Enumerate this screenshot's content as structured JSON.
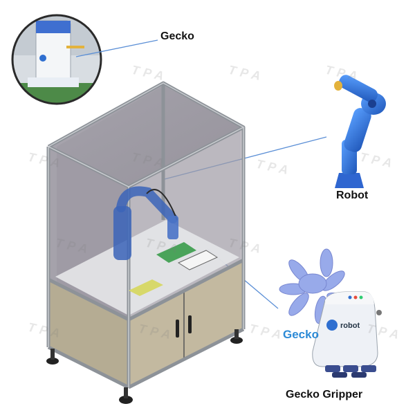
{
  "labels": {
    "gecko_top": "Gecko",
    "robot": "Robot",
    "gecko_blue": "Gecko",
    "gecko_gripper": "Gecko Gripper"
  },
  "logo_text": "robot",
  "watermark": "TPA",
  "colors": {
    "robot_blue": "#2f6fd0",
    "callout_line": "#5b8fd6",
    "frame": "#9aa0a6",
    "cabinet": "#b5ac93",
    "glass": "#8f8b95",
    "gecko_text": "#2c8ad6"
  }
}
